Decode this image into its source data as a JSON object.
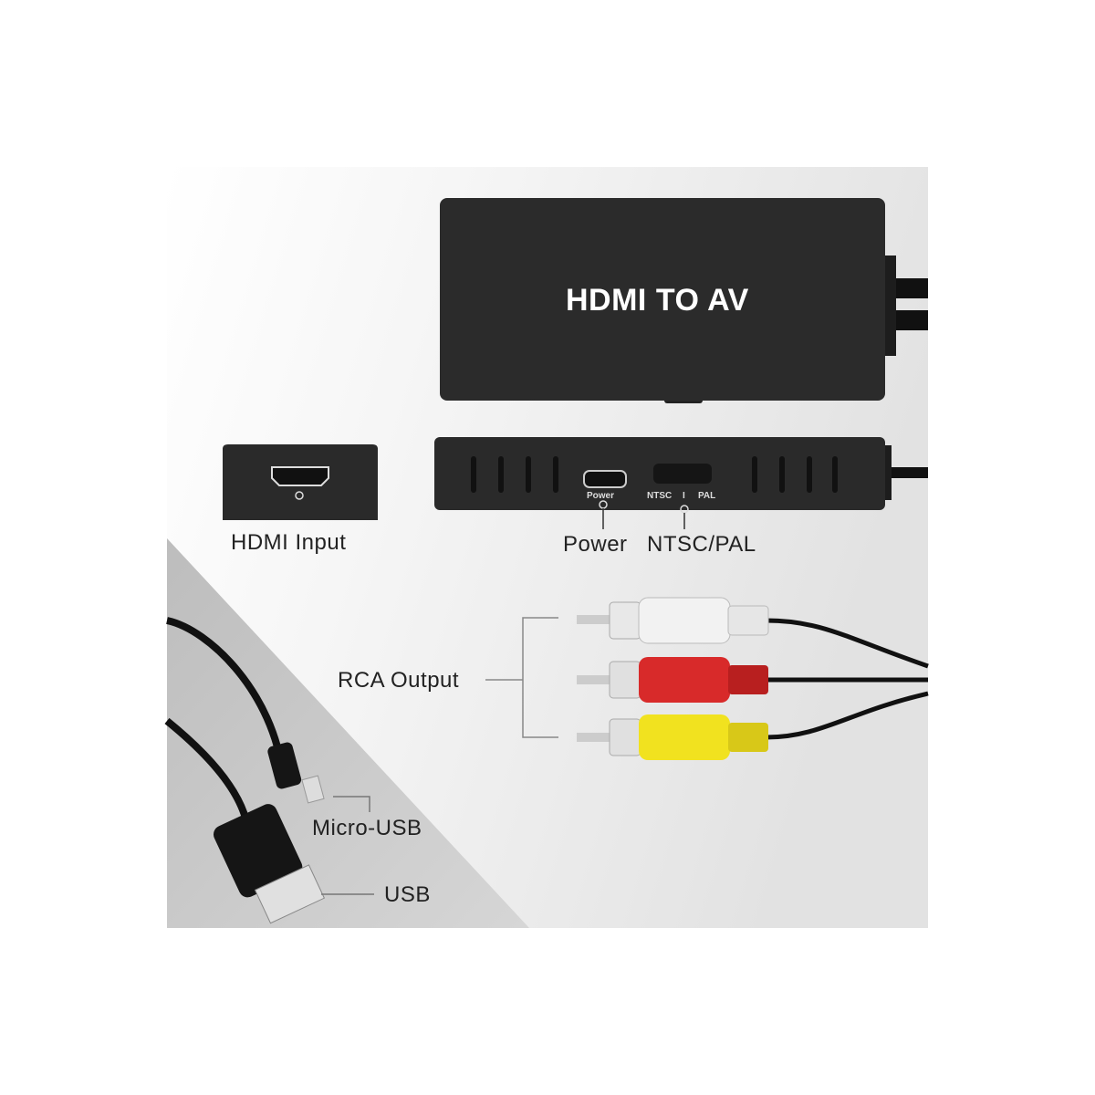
{
  "product": {
    "device_label": "HDMI TO AV",
    "port_labels": {
      "power_small": "Power",
      "ntsc_small": "NTSC",
      "pal_small": "PAL",
      "separator": "I"
    }
  },
  "callouts": {
    "hdmi_input": "HDMI Input",
    "power": "Power",
    "ntsc_pal": "NTSC/PAL",
    "rca_output": "RCA Output",
    "micro_usb": "Micro-USB",
    "usb": "USB"
  },
  "colors": {
    "device": "#2b2b2b",
    "rca_white": "#f2f2f2",
    "rca_red": "#d82a2a",
    "rca_yellow": "#f1e21f"
  }
}
